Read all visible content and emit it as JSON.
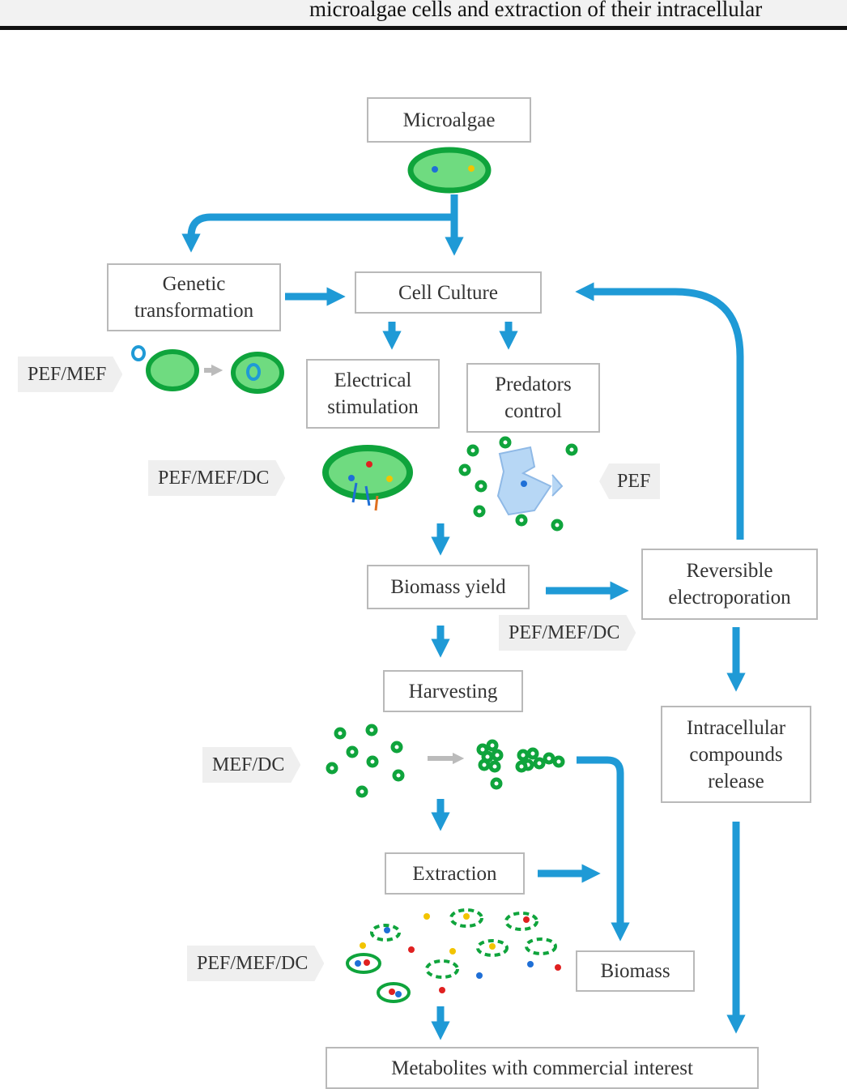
{
  "header": {
    "text": "microalgae cells and extraction of their intracellular"
  },
  "colors": {
    "arrow": "#1f9ad6",
    "cell_fill": "#6fdb80",
    "cell_border": "#0fa43c",
    "grey_arrow": "#bbbbbb",
    "box_border": "#b9b9b9"
  },
  "boxes": {
    "microalgae": "Microalgae",
    "genetic": "Genetic\ntransformation",
    "culture": "Cell Culture",
    "electrical": "Electrical\nstimulation",
    "predators": "Predators\ncontrol",
    "biomass_yield": "Biomass yield",
    "reversible": "Reversible\nelectroporation",
    "harvesting": "Harvesting",
    "intracellular": "Intracellular\ncompounds\nrelease",
    "extraction": "Extraction",
    "biomass": "Biomass",
    "metabolites": "Metabolites with commercial interest"
  },
  "tags": {
    "genetic": "PEF/MEF",
    "electrical": "PEF/MEF/DC",
    "predators": "PEF",
    "electroporation": "PEF/MEF/DC",
    "harvesting": "MEF/DC",
    "extraction": "PEF/MEF/DC"
  }
}
